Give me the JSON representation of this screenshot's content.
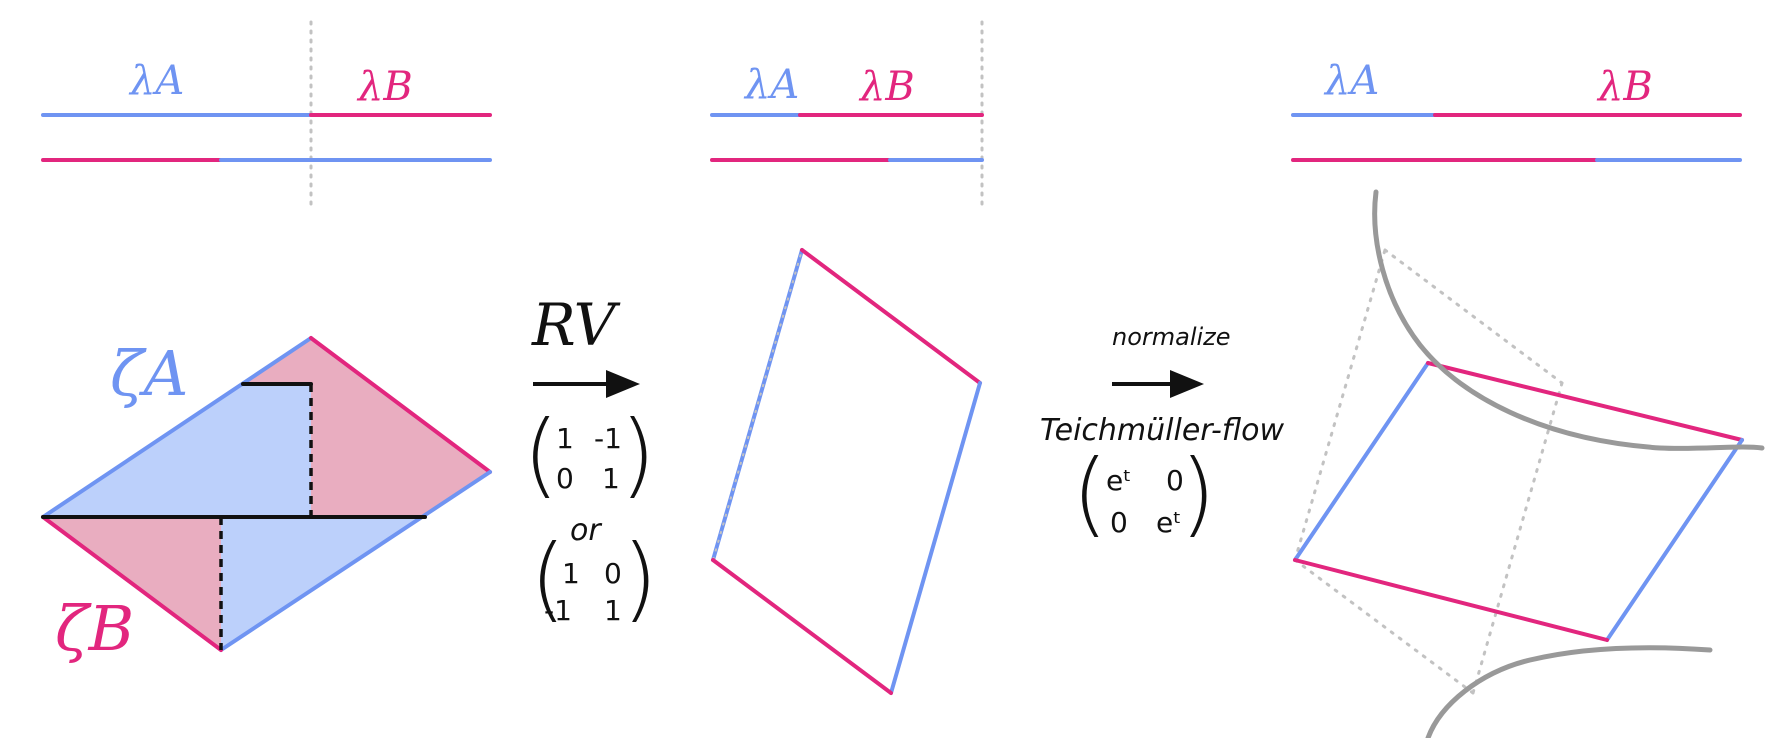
{
  "colors": {
    "blue": "#6f94f2",
    "pink": "#e2267e",
    "blue_fill": "#bcd0fb",
    "pink_fill": "#e9adc0",
    "gray_dotted": "#c2c2c2",
    "gray_curve": "#999999",
    "ink": "#111111"
  },
  "panel_left": {
    "label_a": "λA",
    "label_b": "λB",
    "zeta_a": "ζA",
    "zeta_b": "ζB"
  },
  "arrow_rv": {
    "label": "RV",
    "matrix_1": [
      "1",
      "-1",
      "0",
      "1"
    ],
    "or_text": "or",
    "matrix_2": [
      "1",
      "0",
      "-1",
      "1"
    ]
  },
  "panel_middle": {
    "label_a": "λA",
    "label_b": "λB"
  },
  "arrow_teich": {
    "top_text": "normalize",
    "bottom_text": "Teichmüller-flow",
    "matrix": [
      "eᵗ",
      "0",
      "0",
      "eᵗ"
    ]
  },
  "panel_right": {
    "label_a": "λA",
    "label_b": "λB"
  }
}
